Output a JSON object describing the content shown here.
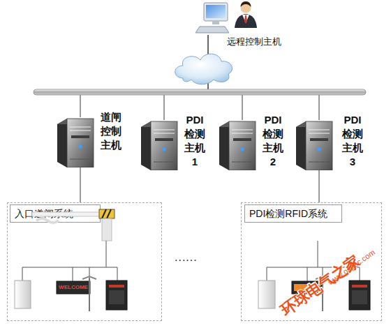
{
  "diagram": {
    "nodes": [
      {
        "text": [
          "远程控制主机"
        ]
      },
      {
        "text": [
          "道闸 控制 主机"
        ]
      },
      {
        "text": [
          "PDI 检测 主机 1"
        ]
      },
      {
        "text": [
          "PDI 检测 主机 2"
        ]
      },
      {
        "text": [
          "PDI 检测 主机 3"
        ]
      },
      {
        "text": [
          "入口道闸系统"
        ]
      },
      {
        "text": [
          "PDI检测RFID系统"
        ]
      }
    ],
    "edges": [
      {
        "from": 0,
        "to": 1,
        "arrow": "none"
      },
      {
        "from": 0,
        "to": 2,
        "arrow": "none"
      },
      {
        "from": 0,
        "to": 3,
        "arrow": "none"
      },
      {
        "from": 0,
        "to": 4,
        "arrow": "none"
      },
      {
        "from": 1,
        "to": 5,
        "arrow": "none"
      },
      {
        "from": 4,
        "to": 6,
        "arrow": "none"
      }
    ],
    "labels": [
      "WELCOME",
      "......",
      "环球电气之家",
      "www.ospec.com"
    ]
  }
}
